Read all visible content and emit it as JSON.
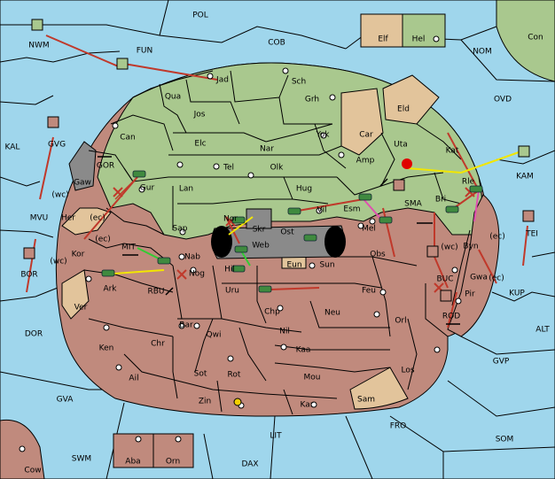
{
  "colors": {
    "sea": "#9fd6ec",
    "green_power": "#a9c88e",
    "red_power": "#c08a7d",
    "neutral": "#e2c49b",
    "impassable": "#8a8a8a",
    "order_red": "#c0392b",
    "order_yellow": "#f2e600",
    "order_pink": "#e04fb0",
    "order_green": "#33cc33",
    "bidirectional": "#000000"
  },
  "regions": {
    "outer": [
      "POL",
      "FUN",
      "COB",
      "NWM",
      "NOM",
      "Con",
      "OVD",
      "KAL",
      "KAM",
      "GOR",
      "MVU",
      "MIT",
      "BOR",
      "TEI",
      "KUP",
      "DOR",
      "ALT",
      "GVP",
      "GVA",
      "FRO",
      "SOM",
      "LIT",
      "SWM",
      "DAX",
      "Cow",
      "RBU",
      "SMA",
      "BUC",
      "ROD"
    ],
    "green": [
      "Elf",
      "Hel",
      "Jad",
      "Sch",
      "Qua",
      "Jos",
      "Grh",
      "Can",
      "Elc",
      "Nar",
      "Yok",
      "Car",
      "Eld",
      "Uta",
      "Kat",
      "Tel",
      "Olk",
      "Amp",
      "Gaw",
      "Gur",
      "Lan",
      "Hug",
      "Bri",
      "Rle",
      "Sap",
      "Nor",
      "Skr",
      "Vil",
      "Esm"
    ],
    "red": [
      "GVG",
      "Byn",
      "Gwa",
      "Pir",
      "Her",
      "Kor",
      "Ver",
      "Ark",
      "Nab",
      "Nog",
      "Hil",
      "Web",
      "Ost",
      "Eun",
      "Sun",
      "Mel",
      "Obs",
      "Uru",
      "Feu",
      "Chp",
      "Neu",
      "Orl",
      "Bar",
      "Qwi",
      "Nil",
      "Ken",
      "Chr",
      "Kaa",
      "Ail",
      "Sot",
      "Rot",
      "Mou",
      "Los",
      "Zin",
      "Kar",
      "Sam",
      "Aba",
      "Orn",
      "Cow"
    ],
    "coast_tags": [
      "(wc)",
      "(ec)",
      "(ec)",
      "(wc)",
      "(wc)",
      "(ec)",
      "(ec)"
    ]
  },
  "icons": [
    "supply-center-icon",
    "army-unit-icon",
    "fleet-unit-icon",
    "fleet-unit-icon",
    "army-unit-icon",
    "dislodge-icon",
    "build-star-icon"
  ]
}
